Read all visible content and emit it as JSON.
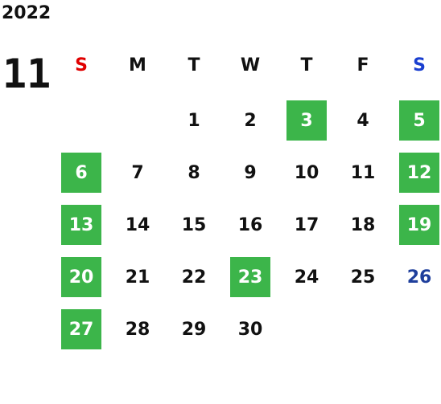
{
  "calendar": {
    "year": "2022",
    "month": "11",
    "weekdays": [
      {
        "label": "S",
        "color": "#e00000"
      },
      {
        "label": "M",
        "color": "#111111"
      },
      {
        "label": "T",
        "color": "#111111"
      },
      {
        "label": "W",
        "color": "#111111"
      },
      {
        "label": "T",
        "color": "#111111"
      },
      {
        "label": "F",
        "color": "#111111"
      },
      {
        "label": "S",
        "color": "#1a3fd0"
      }
    ],
    "weeks": [
      [
        "",
        "",
        "1",
        "2",
        "3",
        "4",
        "5"
      ],
      [
        "6",
        "7",
        "8",
        "9",
        "10",
        "11",
        "12"
      ],
      [
        "13",
        "14",
        "15",
        "16",
        "17",
        "18",
        "19"
      ],
      [
        "20",
        "21",
        "22",
        "23",
        "24",
        "25",
        "26"
      ],
      [
        "27",
        "28",
        "29",
        "30",
        "",
        "",
        ""
      ]
    ],
    "highlighted_days": [
      "3",
      "5",
      "6",
      "12",
      "13",
      "19",
      "20",
      "23",
      "27"
    ],
    "blue_days": [
      "26"
    ],
    "colors": {
      "highlight": "#3cb54a",
      "text": "#111111",
      "blue_day": "#1f3f9c"
    }
  }
}
